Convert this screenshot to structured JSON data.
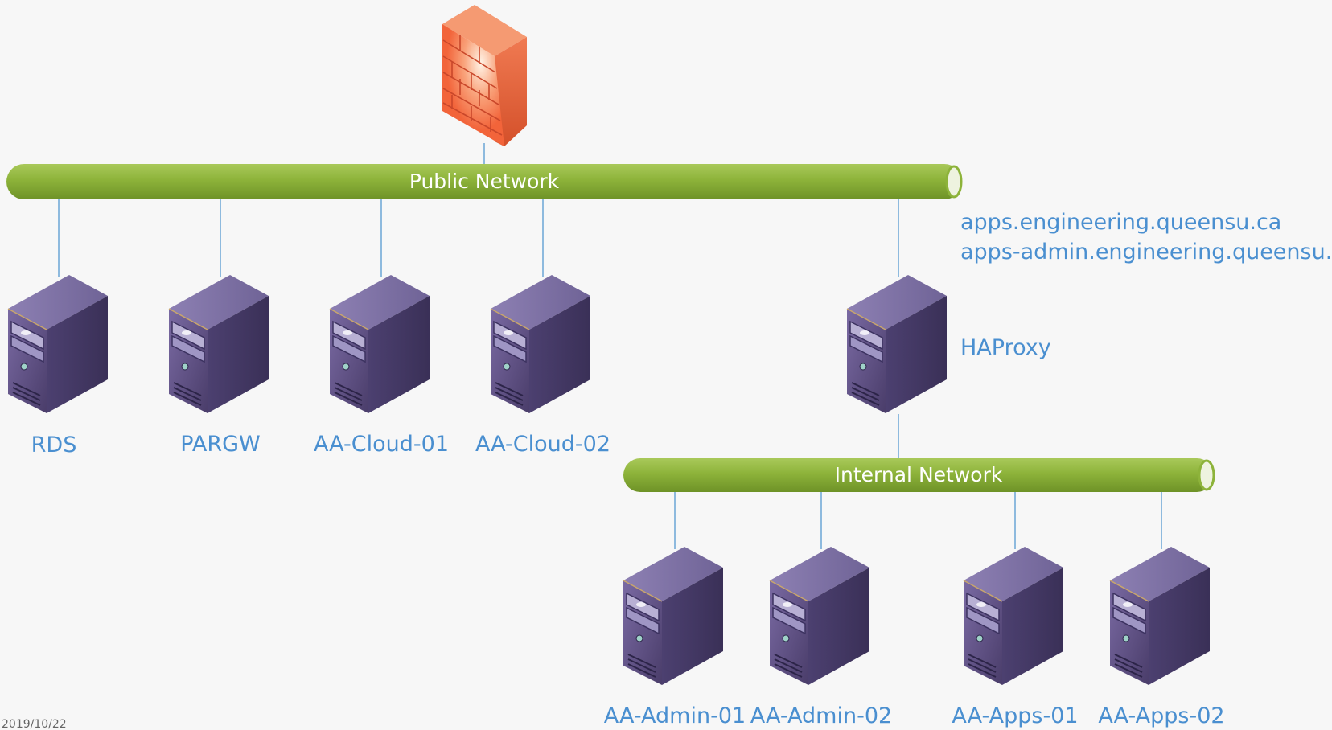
{
  "networks": {
    "public": {
      "label": "Public Network"
    },
    "internal": {
      "label": "Internal Network"
    }
  },
  "firewall": {
    "icon": "firewall-icon"
  },
  "servers": {
    "public": [
      "RDS",
      "PARGW",
      "AA-Cloud-01",
      "AA-Cloud-02"
    ],
    "haproxy": "HAProxy",
    "internal": [
      "AA-Admin-01",
      "AA-Admin-02",
      "AA-Apps-01",
      "AA-Apps-02"
    ]
  },
  "domains": [
    "apps.engineering.queensu.ca",
    "apps-admin.engineering.queensu.ca"
  ],
  "footer": {
    "date": "2019/10/22"
  },
  "colors": {
    "background": "#f7f7f7",
    "label": "#4a8fd0",
    "bus": "#8db33a",
    "connector": "#6aa6d6",
    "firewall": "#f26a3a",
    "server": "#5a4b7e"
  }
}
